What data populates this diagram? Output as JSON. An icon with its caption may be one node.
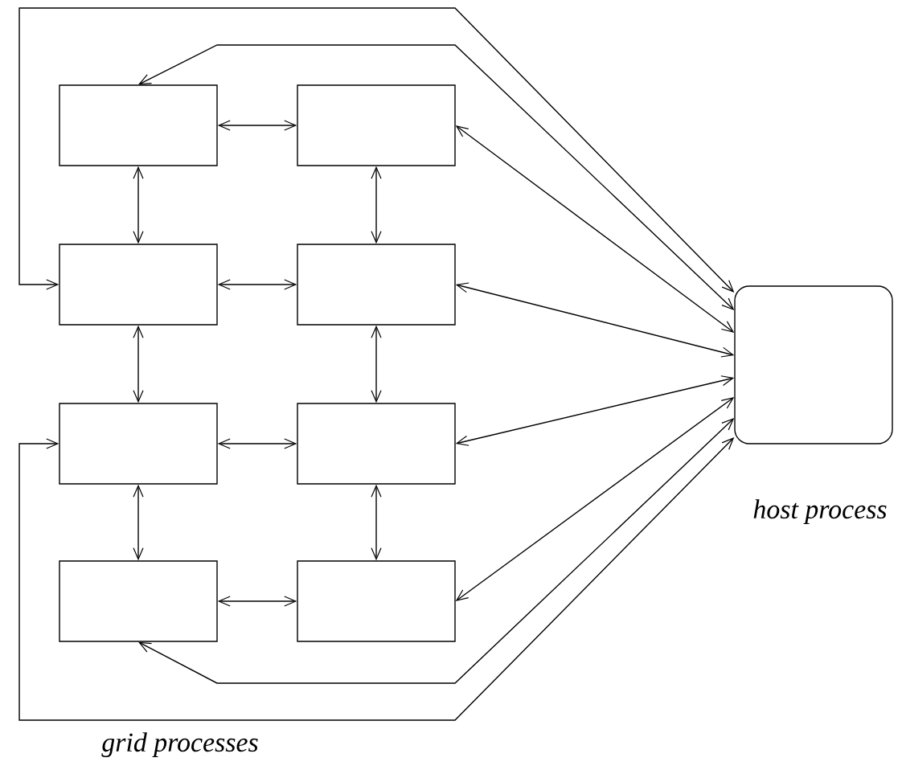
{
  "diagram": {
    "nodes": [
      {
        "text": [],
        "shape": "box"
      },
      {
        "text": [],
        "shape": "box"
      },
      {
        "text": [],
        "shape": "box"
      },
      {
        "text": [],
        "shape": "box"
      },
      {
        "text": [],
        "shape": "box"
      },
      {
        "text": [],
        "shape": "box"
      },
      {
        "text": [],
        "shape": "box"
      },
      {
        "text": [],
        "shape": "box"
      },
      {
        "text": [
          "host process"
        ]
      }
    ],
    "edges": [
      {
        "from": 0,
        "to": 1,
        "arrow": "both"
      },
      {
        "from": 0,
        "to": 2,
        "arrow": "both"
      },
      {
        "from": 1,
        "to": 3,
        "arrow": "both"
      },
      {
        "from": 2,
        "to": 3,
        "arrow": "both"
      },
      {
        "from": 2,
        "to": 4,
        "arrow": "both"
      },
      {
        "from": 3,
        "to": 5,
        "arrow": "both"
      },
      {
        "from": 4,
        "to": 5,
        "arrow": "both"
      },
      {
        "from": 4,
        "to": 6,
        "arrow": "both"
      },
      {
        "from": 5,
        "to": 7,
        "arrow": "both"
      },
      {
        "from": 6,
        "to": 7,
        "arrow": "both"
      },
      {
        "from": 2,
        "to": 8,
        "arrow": "both"
      },
      {
        "from": 0,
        "to": 8,
        "arrow": "both"
      },
      {
        "from": 1,
        "to": 8,
        "arrow": "both"
      },
      {
        "from": 3,
        "to": 8,
        "arrow": "both"
      },
      {
        "from": 5,
        "to": 8,
        "arrow": "both"
      },
      {
        "from": 7,
        "to": 8,
        "arrow": "both"
      },
      {
        "from": 6,
        "to": 8,
        "arrow": "both"
      },
      {
        "from": 4,
        "to": 8,
        "arrow": "both"
      }
    ],
    "labels": [
      "grid processes"
    ]
  }
}
